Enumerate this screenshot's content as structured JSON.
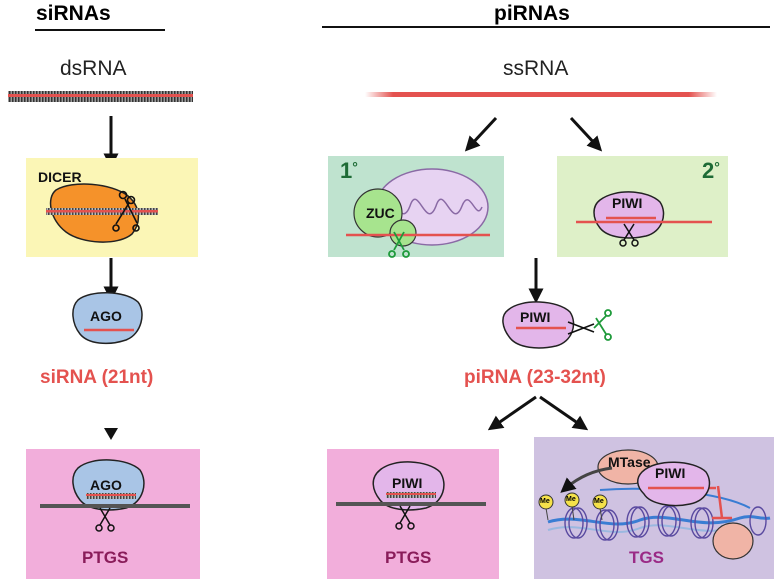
{
  "headers": {
    "left": "siRNAs",
    "right": "piRNAs"
  },
  "substrates": {
    "left": "dsRNA",
    "right": "ssRNA"
  },
  "enzymes": {
    "dicer": "DICER",
    "ago": "AGO",
    "zuc": "ZUC",
    "piwi": "PIWI",
    "mtase": "MTase",
    "me": "Me"
  },
  "pathway_numbers": {
    "primary": "1",
    "secondary": "2",
    "degree": "°"
  },
  "products": {
    "sirna": "siRNA (21nt)",
    "pirna": "piRNA (23-32nt)"
  },
  "outcomes": {
    "ptgs_left": "PTGS",
    "ptgs_right": "PTGS",
    "tgs": "TGS"
  },
  "colors": {
    "sirna_red": "#e4524f",
    "dicer_box": "#fbf6b6",
    "dicer_orange": "#f5922a",
    "ago_blue": "#a9c5e6",
    "primary_box": "#bfe3cf",
    "secondary_box": "#def0c8",
    "piwi_purple": "#e3b6ea",
    "ptgs_box": "#f2aedb",
    "tgs_box": "#cfc2e1",
    "mito_purple": "#e7d3f2",
    "zuc_green": "#a7e48e",
    "dna_blue": "#3a7dd3"
  }
}
